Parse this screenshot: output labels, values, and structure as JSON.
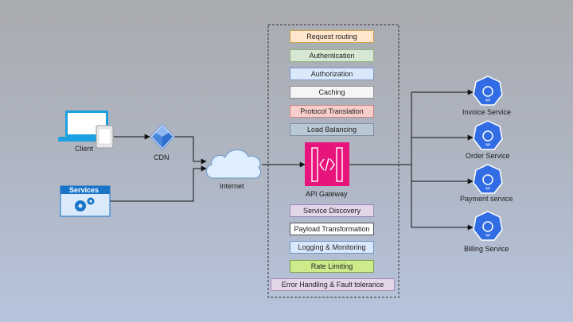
{
  "nodes": {
    "client": "Client",
    "cdn": "CDN",
    "services": "Services",
    "internet": "Internet",
    "gateway": "API Gateway"
  },
  "gateway_features": [
    {
      "label": "Request routing",
      "color": "#ffe6cc"
    },
    {
      "label": "Authentication",
      "color": "#d5e8d4"
    },
    {
      "label": "Authorization",
      "color": "#dae8fc"
    },
    {
      "label": "Caching",
      "color": "#f5f5f5"
    },
    {
      "label": "Protocol Translation",
      "color": "#f8cecc"
    },
    {
      "label": "Load Balancing",
      "color": "#bac8d3"
    },
    {
      "label": "Service Discovery",
      "color": "#e1d5e7"
    },
    {
      "label": "Payload Transformation",
      "color": "#ffffff"
    },
    {
      "label": "Logging & Monitoring",
      "color": "#dae8fc"
    },
    {
      "label": "Rate Limiting",
      "color": "#cdeb8b"
    },
    {
      "label": "Error Handling & Fault tolerance",
      "color": "#e1d5e7"
    }
  ],
  "backend_services": [
    {
      "label": "Invoice Service",
      "badge": "api"
    },
    {
      "label": "Order Service",
      "badge": "api"
    },
    {
      "label": "Payment service",
      "badge": "api"
    },
    {
      "label": "Billing Service",
      "badge": "api"
    }
  ],
  "colors": {
    "gateway_icon": "#e7157b",
    "k8s_blue": "#326ce5",
    "device_blue": "#1ba1e2",
    "services_panel": "#1a75c9"
  },
  "icons": {
    "client": "laptop-and-tablet-icon",
    "cdn": "cdn-icon",
    "services": "gears-panel-icon",
    "internet": "cloud-icon",
    "gateway": "api-gateway-icon",
    "backend": "kubernetes-api-icon"
  }
}
